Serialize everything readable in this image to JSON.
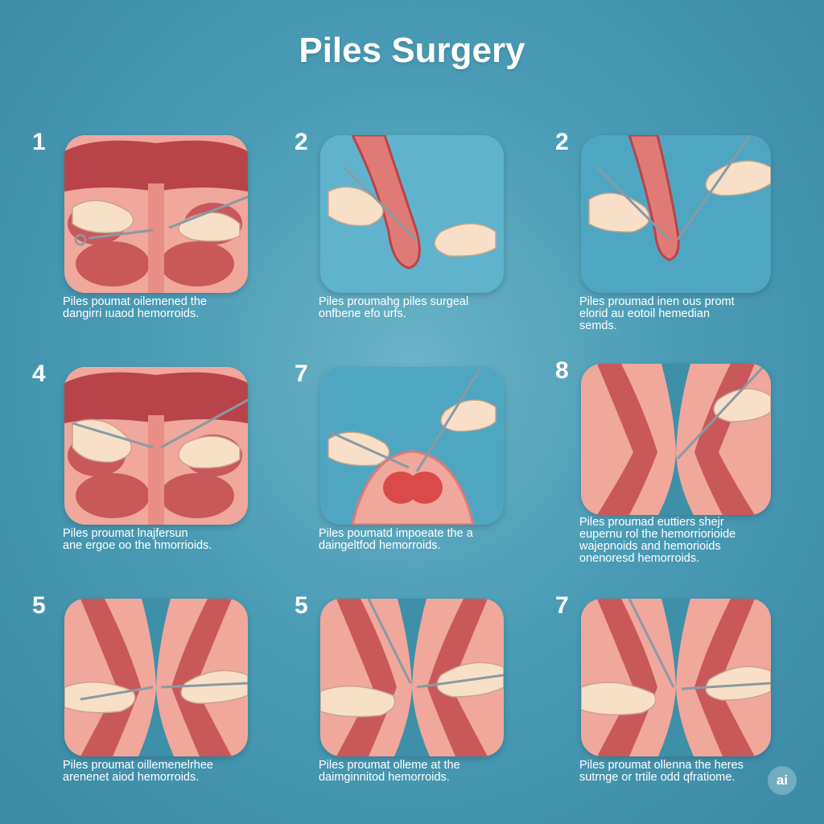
{
  "title": "Piles Surgery",
  "colors": {
    "background": "#4a9cb6",
    "tissue_dark": "#b8444a",
    "tissue_light": "#e88f86",
    "skin": "#f8e0c8",
    "teal": "#3e8fa8",
    "text": "#ffffff"
  },
  "steps": [
    {
      "number": "1",
      "scene": "intestine",
      "caption": [
        "Piles poumat oilemened the",
        "dangirri ıuaod hemorroids."
      ]
    },
    {
      "number": "2",
      "scene": "tube",
      "caption": [
        "Piles proumahg piles surgeal",
        "onfbene efo urfs."
      ]
    },
    {
      "number": "2",
      "scene": "tube-scissors",
      "caption": [
        "Piles proumad inen ous promt",
        "elorid au eotoil hemedian",
        "semds."
      ]
    },
    {
      "number": "4",
      "scene": "intestine",
      "caption": [
        "Piles proumat lnajfersun",
        "ane ergoe oo the hmorrioids."
      ]
    },
    {
      "number": "7",
      "scene": "mound",
      "caption": [
        "Piles poumatd impoeate the a",
        "daingeltfod hemorroids."
      ]
    },
    {
      "number": "8",
      "scene": "canal",
      "caption": [
        "Piles proumad euttiers shejr",
        "eupernu rol the hemorriorioide",
        "wajepnoids and hemorioids",
        "onenoresd hemorroids."
      ]
    },
    {
      "number": "5",
      "scene": "canal-hands",
      "caption": [
        "Piles proumat oillemenelrhee",
        "arenenet aiod hemorroids."
      ]
    },
    {
      "number": "5",
      "scene": "canal-hands",
      "caption": [
        "Piles proumat olleme at the",
        "daimginnitod hemorroids."
      ]
    },
    {
      "number": "7",
      "scene": "canal-hands",
      "caption": [
        "Piles proumat ollenna the heres",
        "sutrnge or trtile odd qfratiome."
      ]
    }
  ],
  "badge": "ai"
}
